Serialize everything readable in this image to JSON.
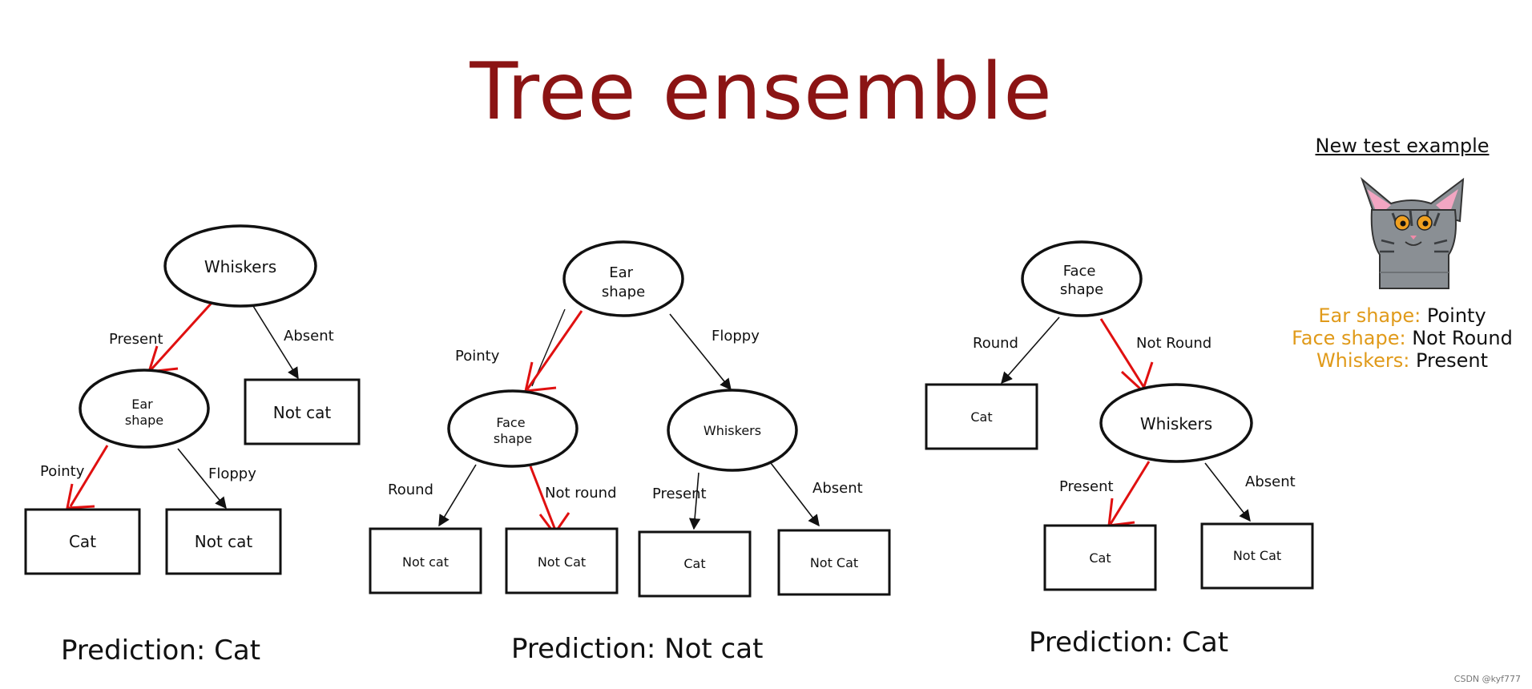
{
  "title": "Tree ensemble",
  "trees": [
    {
      "root": "Whiskers",
      "root_left_branch": "Present",
      "root_right_branch": "Absent",
      "inner_node": "Ear shape",
      "inner_left_branch": "Pointy",
      "inner_right_branch": "Floppy",
      "right_leaf": "Not cat",
      "leaves": [
        "Cat",
        "Not cat"
      ],
      "prediction": "Prediction: Cat"
    },
    {
      "root": "Ear shape",
      "left_branch": "Pointy",
      "right_branch": "Floppy",
      "left_node": "Face shape",
      "left_node_branches": [
        "Round",
        "Not round"
      ],
      "right_node": "Whiskers",
      "right_node_branches": [
        "Present",
        "Absent"
      ],
      "leaves": [
        "Not cat",
        "Not Cat",
        "Cat",
        "Not Cat"
      ],
      "prediction": "Prediction: Not cat"
    },
    {
      "root": "Face shape",
      "left_branch": "Round",
      "right_branch": "Not Round",
      "left_leaf": "Cat",
      "inner_node": "Whiskers",
      "inner_branches": [
        "Present",
        "Absent"
      ],
      "leaves": [
        "Cat",
        "Not Cat"
      ],
      "prediction": "Prediction: Cat"
    }
  ],
  "test_example": {
    "heading": "New test example",
    "features": [
      {
        "name": "Ear shape:",
        "value": "Pointy"
      },
      {
        "name": "Face shape:",
        "value": "Not Round"
      },
      {
        "name": "Whiskers:",
        "value": "Present"
      }
    ]
  },
  "credit": "CSDN @kyf777",
  "colors": {
    "title": "#8b1414",
    "highlight_path": "#e01010",
    "feature_name": "#e09a1a"
  }
}
